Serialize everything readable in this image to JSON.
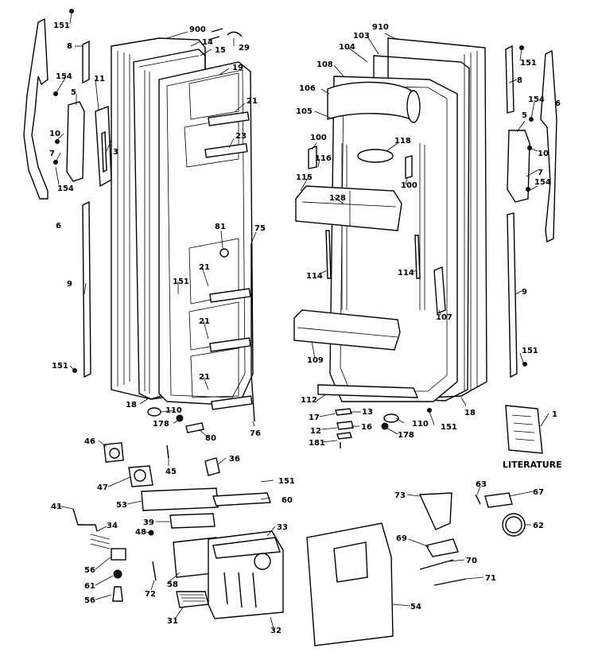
{
  "diagram": {
    "literature_label": "LITERATURE",
    "callouts": [
      {
        "key": "c151a",
        "text": "151"
      },
      {
        "key": "c8a",
        "text": "8"
      },
      {
        "key": "c900",
        "text": "900"
      },
      {
        "key": "c14",
        "text": "14"
      },
      {
        "key": "c15",
        "text": "15"
      },
      {
        "key": "c29",
        "text": "29"
      },
      {
        "key": "c19",
        "text": "19"
      },
      {
        "key": "c154a",
        "text": "154"
      },
      {
        "key": "c11",
        "text": "11"
      },
      {
        "key": "c5a",
        "text": "5"
      },
      {
        "key": "c3",
        "text": "3"
      },
      {
        "key": "c10a",
        "text": "10"
      },
      {
        "key": "c7a",
        "text": "7"
      },
      {
        "key": "c154b",
        "text": "154"
      },
      {
        "key": "c6a",
        "text": "6"
      },
      {
        "key": "c21a",
        "text": "21"
      },
      {
        "key": "c23",
        "text": "23"
      },
      {
        "key": "c81",
        "text": "81"
      },
      {
        "key": "c75",
        "text": "75"
      },
      {
        "key": "c9a",
        "text": "9"
      },
      {
        "key": "c151b",
        "text": "151"
      },
      {
        "key": "c21b",
        "text": "21"
      },
      {
        "key": "c21c",
        "text": "21"
      },
      {
        "key": "c21d",
        "text": "21"
      },
      {
        "key": "c151c",
        "text": "151"
      },
      {
        "key": "c18a",
        "text": "18"
      },
      {
        "key": "c110a",
        "text": "110"
      },
      {
        "key": "c178a",
        "text": "178"
      },
      {
        "key": "c80",
        "text": "80"
      },
      {
        "key": "c76",
        "text": "76"
      },
      {
        "key": "c910",
        "text": "910"
      },
      {
        "key": "c103",
        "text": "103"
      },
      {
        "key": "c104",
        "text": "104"
      },
      {
        "key": "c108",
        "text": "108"
      },
      {
        "key": "c106",
        "text": "106"
      },
      {
        "key": "c105",
        "text": "105"
      },
      {
        "key": "c151d",
        "text": "151"
      },
      {
        "key": "c8b",
        "text": "8"
      },
      {
        "key": "c154c",
        "text": "154"
      },
      {
        "key": "c6b",
        "text": "6"
      },
      {
        "key": "c5b",
        "text": "5"
      },
      {
        "key": "c10b",
        "text": "10"
      },
      {
        "key": "c7b",
        "text": "7"
      },
      {
        "key": "c154d",
        "text": "154"
      },
      {
        "key": "c100a",
        "text": "100"
      },
      {
        "key": "c116",
        "text": "116"
      },
      {
        "key": "c118",
        "text": "118"
      },
      {
        "key": "c115",
        "text": "115"
      },
      {
        "key": "c128",
        "text": "128"
      },
      {
        "key": "c100b",
        "text": "100"
      },
      {
        "key": "c114a",
        "text": "114"
      },
      {
        "key": "c114b",
        "text": "114"
      },
      {
        "key": "c107",
        "text": "107"
      },
      {
        "key": "c9b",
        "text": "9"
      },
      {
        "key": "c109",
        "text": "109"
      },
      {
        "key": "c151e",
        "text": "151"
      },
      {
        "key": "c112",
        "text": "112"
      },
      {
        "key": "c18b",
        "text": "18"
      },
      {
        "key": "c17",
        "text": "17"
      },
      {
        "key": "c13",
        "text": "13"
      },
      {
        "key": "c110b",
        "text": "110"
      },
      {
        "key": "c151f",
        "text": "151"
      },
      {
        "key": "c12",
        "text": "12"
      },
      {
        "key": "c16",
        "text": "16"
      },
      {
        "key": "c178b",
        "text": "178"
      },
      {
        "key": "c181",
        "text": "181"
      },
      {
        "key": "c1",
        "text": "1"
      },
      {
        "key": "c46",
        "text": "46"
      },
      {
        "key": "c45",
        "text": "45"
      },
      {
        "key": "c36",
        "text": "36"
      },
      {
        "key": "c47",
        "text": "47"
      },
      {
        "key": "c151g",
        "text": "151"
      },
      {
        "key": "c53",
        "text": "53"
      },
      {
        "key": "c60",
        "text": "60"
      },
      {
        "key": "c41",
        "text": "41"
      },
      {
        "key": "c34",
        "text": "34"
      },
      {
        "key": "c39",
        "text": "39"
      },
      {
        "key": "c48",
        "text": "48"
      },
      {
        "key": "c33",
        "text": "33"
      },
      {
        "key": "c56a",
        "text": "56"
      },
      {
        "key": "c61",
        "text": "61"
      },
      {
        "key": "c56b",
        "text": "56"
      },
      {
        "key": "c72",
        "text": "72"
      },
      {
        "key": "c58",
        "text": "58"
      },
      {
        "key": "c31",
        "text": "31"
      },
      {
        "key": "c32",
        "text": "32"
      },
      {
        "key": "c73",
        "text": "73"
      },
      {
        "key": "c63",
        "text": "63"
      },
      {
        "key": "c67",
        "text": "67"
      },
      {
        "key": "c62",
        "text": "62"
      },
      {
        "key": "c69",
        "text": "69"
      },
      {
        "key": "c70",
        "text": "70"
      },
      {
        "key": "c71",
        "text": "71"
      },
      {
        "key": "c54",
        "text": "54"
      }
    ]
  }
}
